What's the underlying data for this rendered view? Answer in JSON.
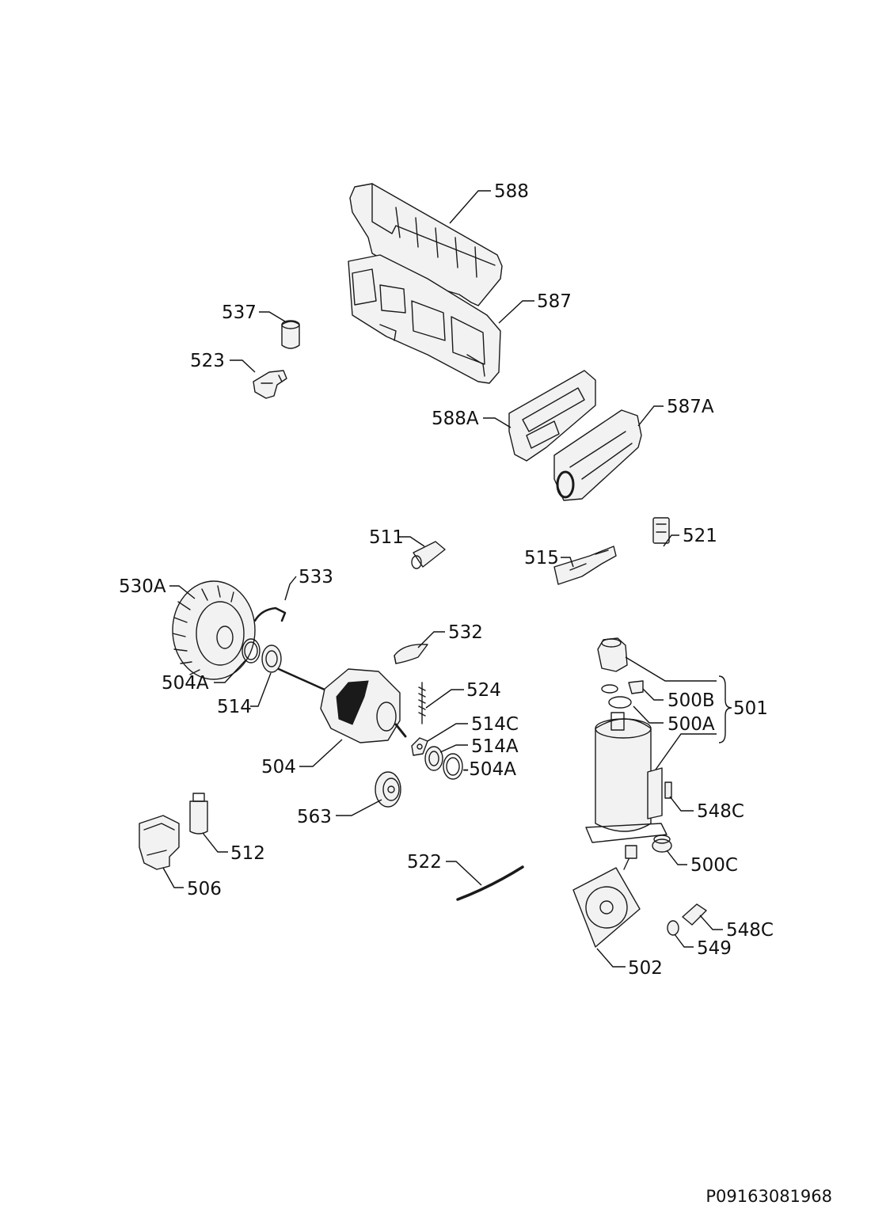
{
  "document_code": "P09163081968",
  "labels": {
    "l588": "588",
    "l587": "587",
    "l537": "537",
    "l523": "523",
    "l588A": "588A",
    "l587A": "587A",
    "l511": "511",
    "l521": "521",
    "l515": "515",
    "l530A": "530A",
    "l533": "533",
    "l532": "532",
    "l504A_left": "504A",
    "l514_left": "514",
    "l524": "524",
    "l514C": "514C",
    "l514A": "514A",
    "l504A_right": "-504A",
    "l504": "504",
    "l563": "563",
    "l512": "512",
    "l506": "506",
    "l522": "522",
    "l500B": "500B",
    "l500A": "500A",
    "l501": "501",
    "l548C_upper": "548C",
    "l500C": "500C",
    "l548C_lower": "548C",
    "l549": "549",
    "l502": "502"
  }
}
